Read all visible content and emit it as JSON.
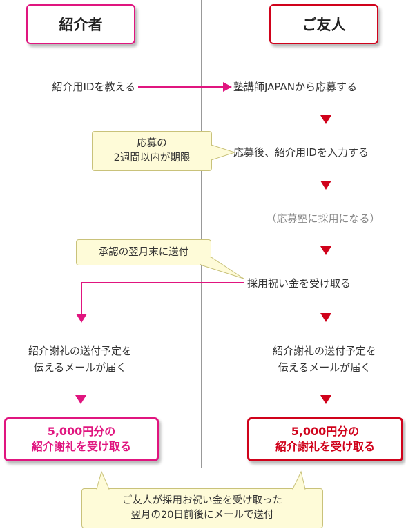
{
  "referrer": {
    "header": "紹介者",
    "step_tell_id": "紹介用IDを教える",
    "mail_line1": "紹介謝礼の送付予定を",
    "mail_line2": "伝えるメールが届く",
    "result_line1": "5,000円分の",
    "result_line2": "紹介謝礼を受け取る"
  },
  "friend": {
    "header": "ご友人",
    "step_apply": "塾講師JAPANから応募する",
    "step_enter_id": "応募後、紹介用IDを入力する",
    "step_hired": "（応募塾に採用になる）",
    "step_receive": "採用祝い金を受け取る",
    "mail_line1": "紹介謝礼の送付予定を",
    "mail_line2": "伝えるメールが届く",
    "result_line1": "5,000円分の",
    "result_line2": "紹介謝礼を受け取る"
  },
  "callouts": {
    "deadline_line1": "応募の",
    "deadline_line2": "2週間以内が期限",
    "approval": "承認の翌月末に送付",
    "bottom_line1": "ご友人が採用お祝い金を受け取った",
    "bottom_line2": "翌月の20日前後にメールで送付"
  },
  "colors": {
    "referrer_accent": "#e0157f",
    "friend_accent": "#d0021b",
    "callout_fill": "#fefbd8",
    "divider": "#999999"
  }
}
